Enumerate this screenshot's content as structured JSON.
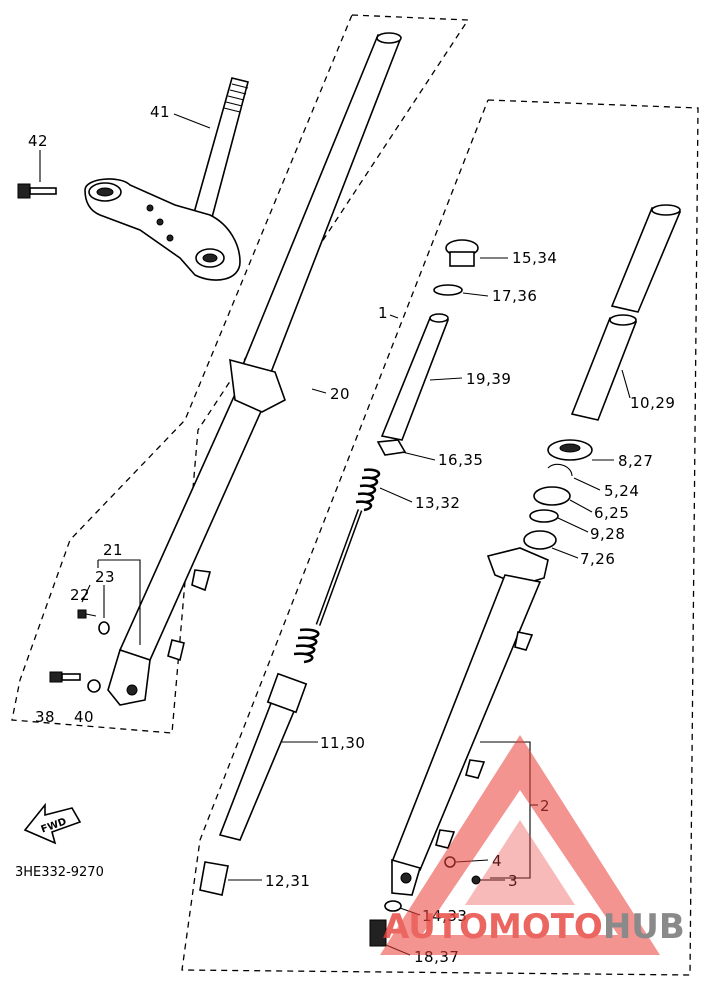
{
  "diagram": {
    "drawing_code": "3HE332-9270",
    "fwd_label": "FWD",
    "watermark": {
      "part1": "AUTO",
      "part2": "MOTO",
      "part3": "HUB",
      "color_red": "#e8403a",
      "color_gray": "#6d6d6d"
    },
    "callouts": {
      "c41": "41",
      "c42": "42",
      "c21": "21",
      "c23": "23",
      "c22": "22",
      "c38": "38",
      "c40": "40",
      "c20": "20",
      "c1": "1",
      "c15_34": "15,34",
      "c17_36": "17,36",
      "c19_39": "19,39",
      "c16_35": "16,35",
      "c13_32": "13,32",
      "c11_30": "11,30",
      "c12_31": "12,31",
      "c10_29": "10,29",
      "c8_27": "8,27",
      "c5_24": "5,24",
      "c6_25": "6,25",
      "c9_28": "9,28",
      "c7_26": "7,26",
      "c2": "2",
      "c4": "4",
      "c3": "3",
      "c14_33": "14,33",
      "c18_37": "18,37"
    }
  }
}
